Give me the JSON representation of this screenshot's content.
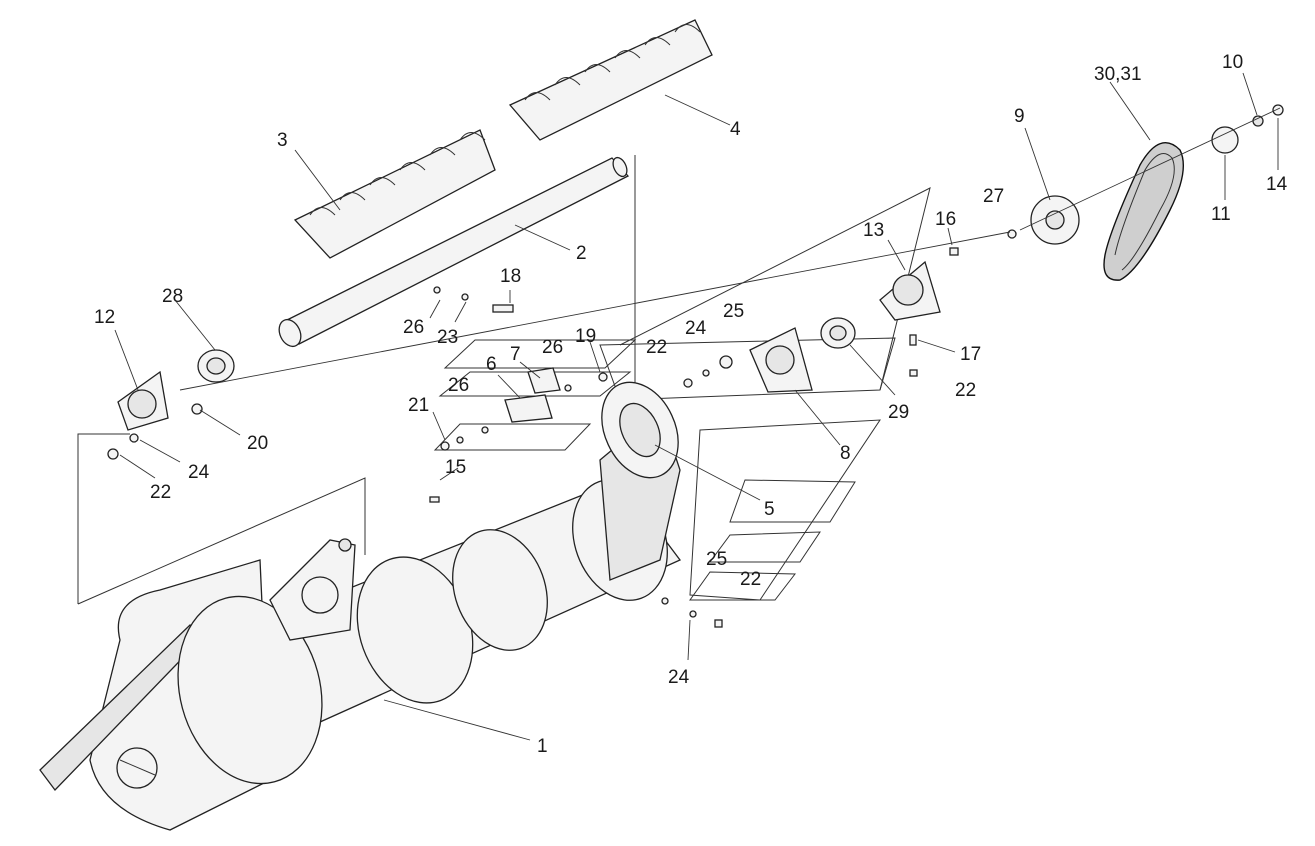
{
  "labels": {
    "l1": "1",
    "l2": "2",
    "l3": "3",
    "l4": "4",
    "l5": "5",
    "l6": "6",
    "l7": "7",
    "l8": "8",
    "l9": "9",
    "l10": "10",
    "l11": "11",
    "l12": "12",
    "l13": "13",
    "l14": "14",
    "l15": "15",
    "l16": "16",
    "l17": "17",
    "l18": "18",
    "l19": "19",
    "l20": "20",
    "l21": "21",
    "l22a": "22",
    "l22b": "22",
    "l22c": "22",
    "l22d": "22",
    "l23": "23",
    "l24a": "24",
    "l24b": "24",
    "l24c": "24",
    "l25a": "25",
    "l25b": "25",
    "l26a": "26",
    "l26b": "26",
    "l26c": "26",
    "l27": "27",
    "l28": "28",
    "l29": "29",
    "l30_31": "30,31"
  }
}
